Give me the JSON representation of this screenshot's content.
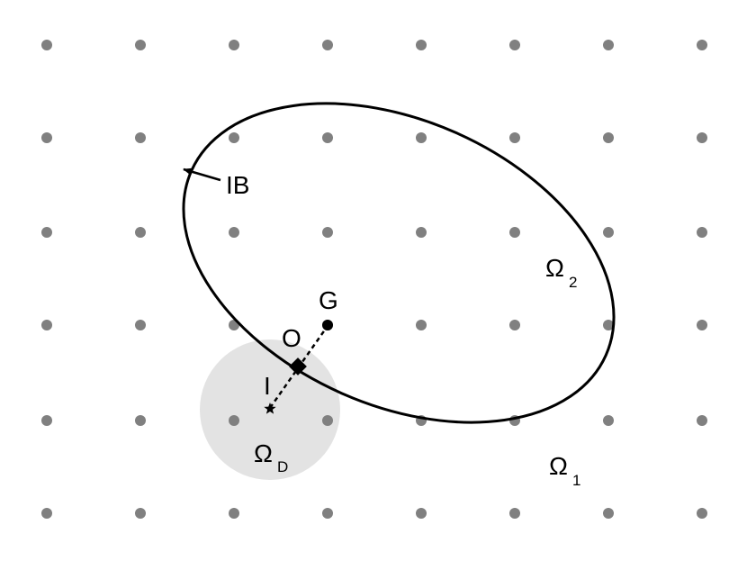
{
  "colors": {
    "grid_point": "#808080",
    "domain_disc": "#e3e3e3",
    "curve": "#000000",
    "background": "#ffffff"
  },
  "labels": {
    "boundary": "IB",
    "centroid": "G",
    "intersection": "O",
    "image_point": "I",
    "omega_symbol": "Ω",
    "region_inside": "2",
    "region_outside": "1",
    "region_disc": "D"
  },
  "markers": {
    "image_point_icon": "star-icon",
    "intersection_icon": "diamond-icon",
    "centroid_icon": "filled-circle-icon"
  }
}
